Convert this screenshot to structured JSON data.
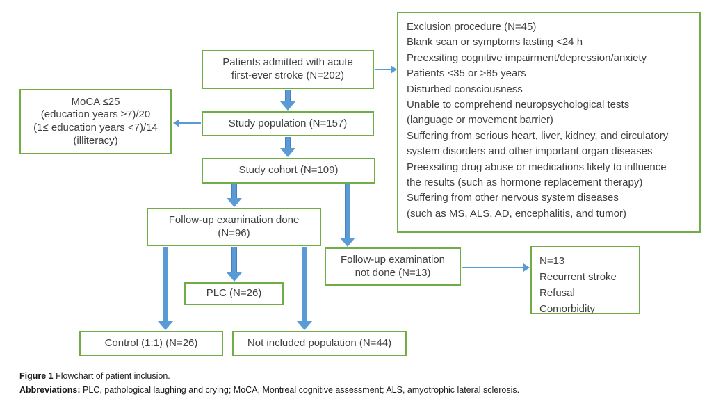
{
  "figure": {
    "caption_label": "Figure 1",
    "caption_text": "Flowchart of patient inclusion.",
    "abbreviations_label": "Abbreviations:",
    "abbreviations_text": "PLC, pathological laughing and crying; MoCA, Montreal cognitive assessment; ALS, amyotrophic lateral sclerosis."
  },
  "colors": {
    "box_border": "#70ad47",
    "arrow_fill": "#5b9bd5",
    "arrow_outline": "#4a80bd",
    "text": "#3f3f3f"
  },
  "boxes": {
    "admitted": {
      "line1": "Patients admitted with acute",
      "line2": "first-ever stroke (N=202)"
    },
    "exclusion": {
      "lines": [
        "Exclusion procedure (N=45)",
        "Blank scan or symptoms lasting <24 h",
        "Preexsiting cognitive impairment/depression/anxiety",
        "Patients <35 or >85 years",
        "Disturbed consciousness",
        "Unable to comprehend neuropsychological tests",
        "(language or movement barrier)",
        "Suffering from serious heart, liver, kidney, and circulatory",
        "system disorders and other important organ diseases",
        "Preexsiting drug abuse or medications likely to influence",
        "the results (such as hormone replacement therapy)",
        "Suffering from other nervous system diseases",
        "(such as MS, ALS, AD, encephalitis, and tumor)"
      ]
    },
    "moca": {
      "lines": [
        "MoCA ≤25",
        "(education years ≥7)/20",
        "(1≤ education years <7)/14",
        "(illiteracy)"
      ]
    },
    "study_population": {
      "label": "Study population (N=157)"
    },
    "study_cohort": {
      "label": "Study cohort (N=109)"
    },
    "followup_done": {
      "line1": "Follow-up examination done",
      "line2": "(N=96)"
    },
    "plc": {
      "label": "PLC (N=26)"
    },
    "followup_not_done": {
      "line1": "Follow-up examination",
      "line2": "not done (N=13)"
    },
    "not_done_reasons": {
      "lines": [
        "N=13",
        "Recurrent stroke",
        "Refusal",
        "Comorbidity"
      ]
    },
    "control": {
      "label": "Control (1:1) (N=26)"
    },
    "not_included": {
      "label": "Not included population (N=44)"
    }
  }
}
